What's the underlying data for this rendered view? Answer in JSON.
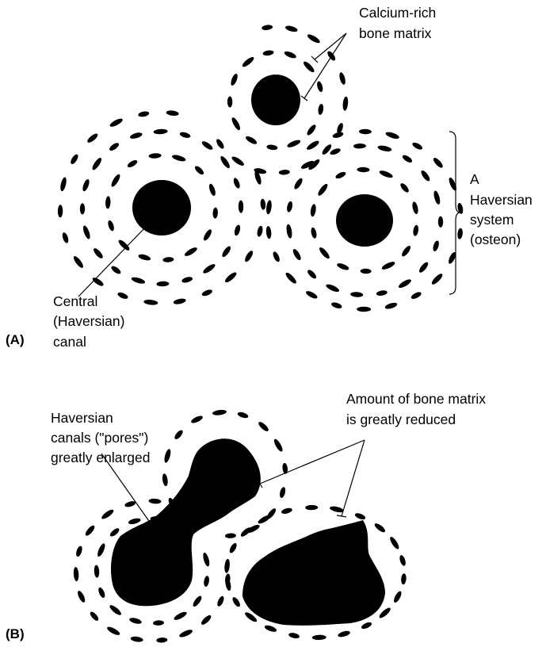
{
  "panel_a": {
    "label": "(A)",
    "annotations": {
      "matrix": [
        "Calcium-rich",
        "bone matrix"
      ],
      "canal": [
        "Central",
        "(Haversian)",
        "canal"
      ],
      "system": [
        "A",
        "Haversian",
        "system",
        "(osteon)"
      ]
    }
  },
  "panel_b": {
    "label": "(B)",
    "annotations": {
      "canals": [
        "Haversian",
        "canals (\"pores\")",
        "greatly enlarged"
      ],
      "reduced": [
        "Amount of bone matrix",
        "is greatly reduced"
      ]
    }
  },
  "colors": {
    "ink": "#000000",
    "background": "#ffffff"
  }
}
